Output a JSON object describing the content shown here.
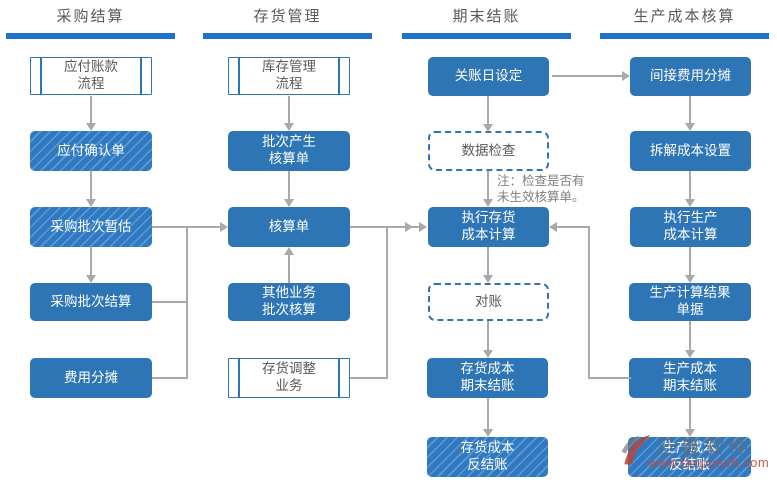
{
  "columns": [
    {
      "title": "采购结算"
    },
    {
      "title": "存货管理"
    },
    {
      "title": "期末结账"
    },
    {
      "title": "生产成本核算"
    }
  ],
  "nodes": [
    {
      "id": "payable-process",
      "label": "应付账款\n流程"
    },
    {
      "id": "payable-confirm",
      "label": "应付确认单"
    },
    {
      "id": "purchase-batch-estimate",
      "label": "采购批次暂估"
    },
    {
      "id": "purchase-batch-settle",
      "label": "采购批次结算"
    },
    {
      "id": "expense-allocation",
      "label": "费用分摊"
    },
    {
      "id": "inventory-process",
      "label": "库存管理\n流程"
    },
    {
      "id": "batch-generate-voucher",
      "label": "批次产生\n核算单"
    },
    {
      "id": "accounting-voucher",
      "label": "核算单"
    },
    {
      "id": "other-business-batch",
      "label": "其他业务\n批次核算"
    },
    {
      "id": "inventory-adjust",
      "label": "存货调整\n业务"
    },
    {
      "id": "closing-date-setting",
      "label": "关账日设定"
    },
    {
      "id": "data-check",
      "label": "数据检查"
    },
    {
      "id": "run-inventory-cost",
      "label": "执行存货\n成本计算"
    },
    {
      "id": "reconcile",
      "label": "对账"
    },
    {
      "id": "inventory-cost-close",
      "label": "存货成本\n期末结账"
    },
    {
      "id": "inventory-cost-reverse",
      "label": "存货成本\n反结账"
    },
    {
      "id": "indirect-expense",
      "label": "间接费用分摊"
    },
    {
      "id": "cost-split-setting",
      "label": "拆解成本设置"
    },
    {
      "id": "run-production-cost",
      "label": "执行生产\n成本计算"
    },
    {
      "id": "production-result-doc",
      "label": "生产计算结果\n单据"
    },
    {
      "id": "production-cost-close",
      "label": "生产成本\n期末结账"
    },
    {
      "id": "production-cost-reverse",
      "label": "生产成本\n反结账"
    }
  ],
  "note": {
    "text": "注：检查是否有\n未生效核算单。"
  },
  "watermark": {
    "name": "泛普软件",
    "url": "www.fanpusoft.com"
  },
  "colors": {
    "box_blue": "#2E75B6",
    "hatch_blue": "#2E79C2",
    "bar_blue": "#1E73C6",
    "border_blue": "#2E75B6",
    "arrow_gray": "#A9A9A9",
    "text_gray": "#595959",
    "note_gray": "#7F7F7F",
    "wm_red": "#C74634",
    "wm_gray": "#6B6B6B"
  }
}
